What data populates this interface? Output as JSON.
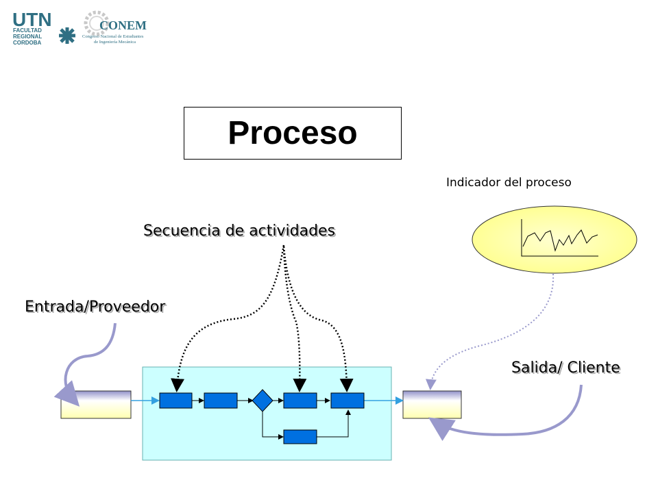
{
  "logos": {
    "utn": {
      "mark": "UTN",
      "lines": [
        "FACULTAD",
        "REGIONAL",
        "CORDOBA"
      ]
    },
    "conem": {
      "mark": "CONEM",
      "lines": [
        "Congreso Nacional de Estudiantes",
        "de Ingeniería Mecánica"
      ]
    }
  },
  "title": "Proceso",
  "labels": {
    "indicator": "Indicador del proceso",
    "sequence": "Secuencia de actividades",
    "input": "Entrada/Proveedor",
    "output": "Salida/ Cliente"
  },
  "colors": {
    "activity_fill": "#0070e0",
    "process_area": "#ccffff",
    "indicator_fill": "#ffff99",
    "curved_arrow": "#9999cc",
    "flow_line": "#33a0e0"
  }
}
